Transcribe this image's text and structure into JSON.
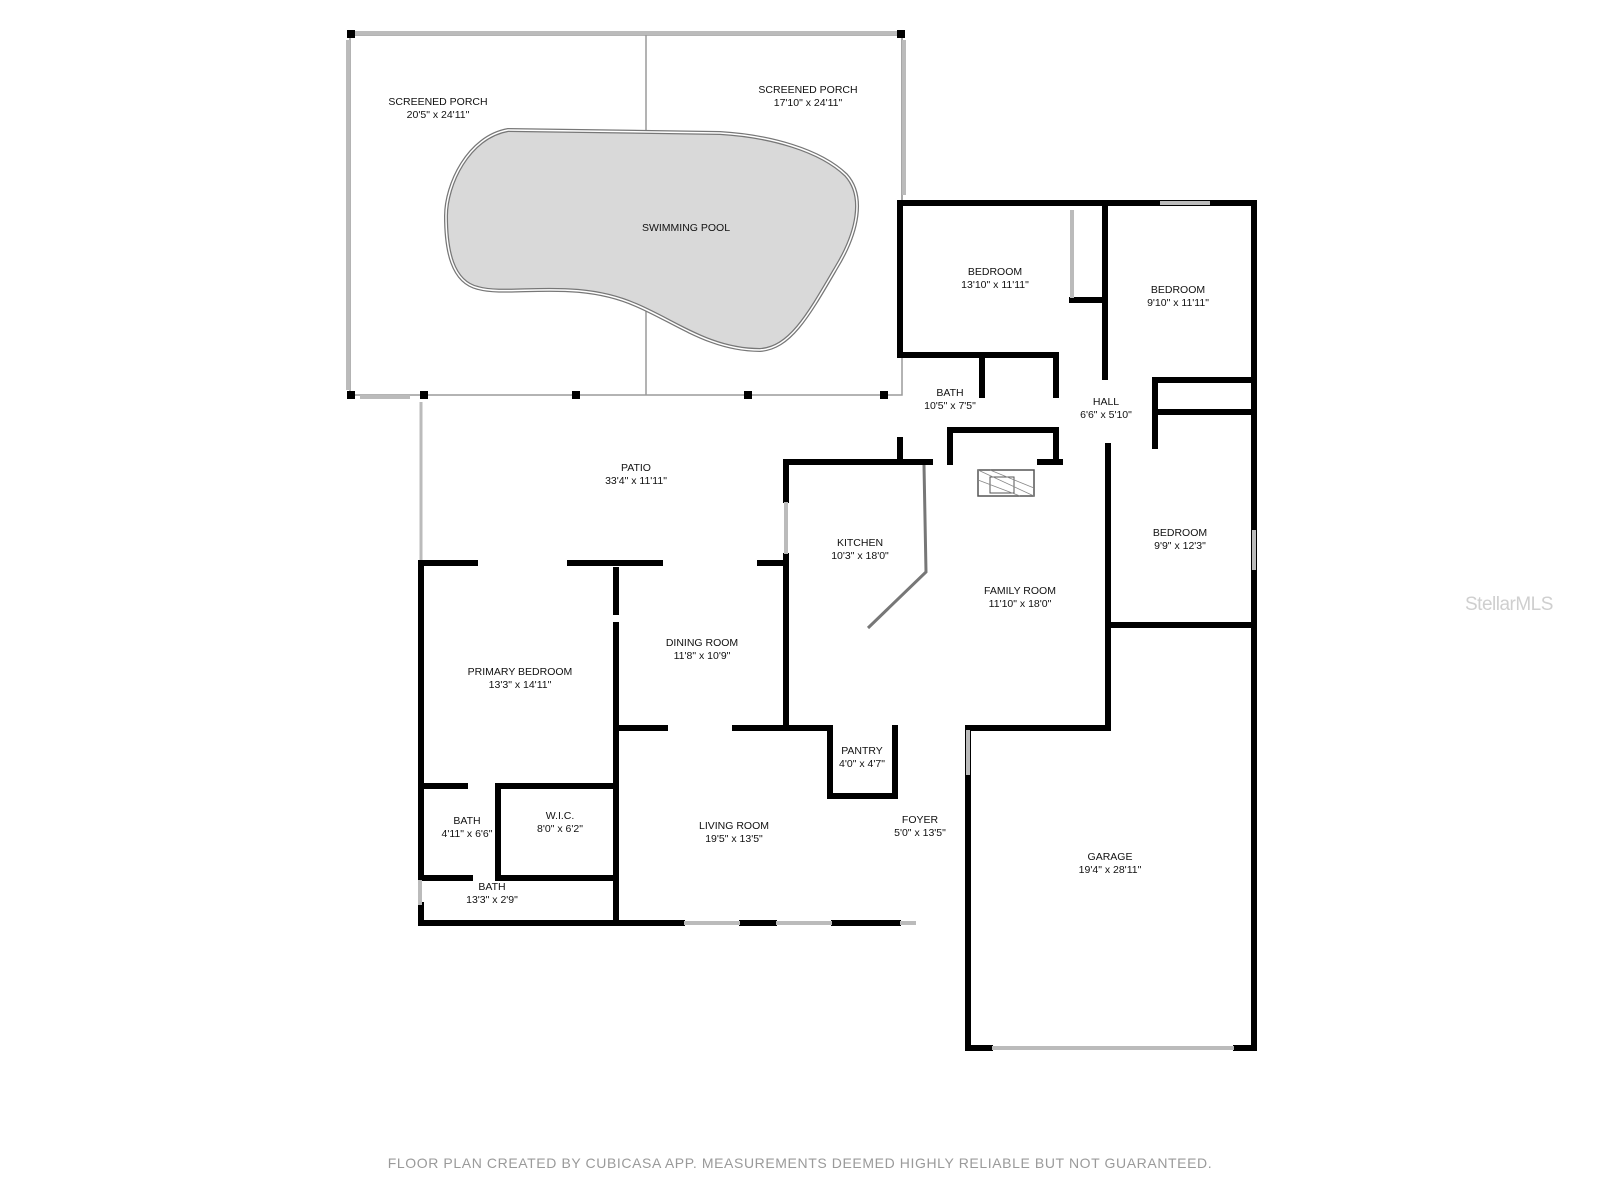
{
  "rooms": {
    "screened_porch_1": {
      "name": "SCREENED PORCH",
      "dim": "20'5\" x 24'11\""
    },
    "screened_porch_2": {
      "name": "SCREENED PORCH",
      "dim": "17'10\" x 24'11\""
    },
    "swimming_pool": {
      "name": "SWIMMING POOL"
    },
    "bedroom_1": {
      "name": "BEDROOM",
      "dim": "13'10\" x 11'11\""
    },
    "bedroom_2": {
      "name": "BEDROOM",
      "dim": "9'10\" x 11'11\""
    },
    "bath_1": {
      "name": "BATH",
      "dim": "10'5\" x 7'5\""
    },
    "hall": {
      "name": "HALL",
      "dim": "6'6\" x 5'10\""
    },
    "patio": {
      "name": "PATIO",
      "dim": "33'4\" x 11'11\""
    },
    "kitchen": {
      "name": "KITCHEN",
      "dim": "10'3\" x 18'0\""
    },
    "family_room": {
      "name": "FAMILY ROOM",
      "dim": "11'10\" x 18'0\""
    },
    "bedroom_3": {
      "name": "BEDROOM",
      "dim": "9'9\" x 12'3\""
    },
    "primary_bedroom": {
      "name": "PRIMARY BEDROOM",
      "dim": "13'3\" x 14'11\""
    },
    "dining_room": {
      "name": "DINING ROOM",
      "dim": "11'8\" x 10'9\""
    },
    "pantry": {
      "name": "PANTRY",
      "dim": "4'0\" x 4'7\""
    },
    "bath_2": {
      "name": "BATH",
      "dim": "4'11\" x 6'6\""
    },
    "wic": {
      "name": "W.I.C.",
      "dim": "8'0\" x 6'2\""
    },
    "living_room": {
      "name": "LIVING ROOM",
      "dim": "19'5\" x 13'5\""
    },
    "foyer": {
      "name": "FOYER",
      "dim": "5'0\" x 13'5\""
    },
    "garage": {
      "name": "GARAGE",
      "dim": "19'4\" x 28'11\""
    },
    "bath_3": {
      "name": "BATH",
      "dim": "13'3\" x 2'9\""
    }
  },
  "footer": {
    "text": "FLOOR PLAN CREATED BY CUBICASA APP. MEASUREMENTS DEEMED HIGHLY RELIABLE BUT NOT GUARANTEED."
  },
  "watermark": {
    "text": "StellarMLS"
  },
  "colors": {
    "wall": "#000000",
    "pool_fill": "#d9d9d9",
    "window": "#bbbbbb",
    "footer_text": "#9a9a9a",
    "watermark": "#cfcfcf"
  }
}
